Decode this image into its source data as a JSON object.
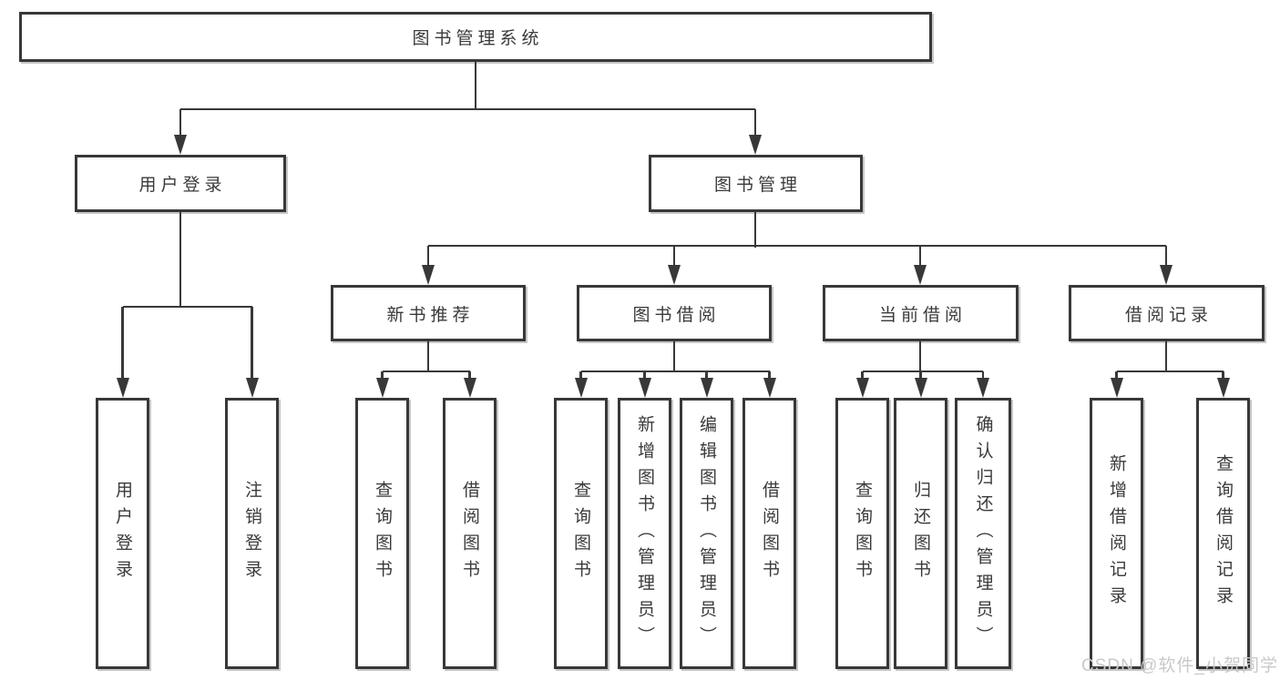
{
  "colors": {
    "line": "#383838",
    "text": "#3a3a3a",
    "watermark": "#c9c9c9",
    "background": "#ffffff"
  },
  "watermark": {
    "text": "CSDN @软件_小贺同学"
  },
  "tree": {
    "label": "图书管理系统",
    "children": [
      {
        "label": "用户登录",
        "children": [
          {
            "label": "用户登录"
          },
          {
            "label": "注销登录"
          }
        ]
      },
      {
        "label": "图书管理",
        "children": [
          {
            "label": "新书推荐",
            "children": [
              {
                "label": "查询图书"
              },
              {
                "label": "借阅图书"
              }
            ]
          },
          {
            "label": "图书借阅",
            "children": [
              {
                "label": "查询图书"
              },
              {
                "label": "新增图书（管理员）"
              },
              {
                "label": "编辑图书（管理员）"
              },
              {
                "label": "借阅图书"
              }
            ]
          },
          {
            "label": "当前借阅",
            "children": [
              {
                "label": "查询图书"
              },
              {
                "label": "归还图书"
              },
              {
                "label": "确认归还（管理员）"
              }
            ]
          },
          {
            "label": "借阅记录",
            "children": [
              {
                "label": "新增借阅记录"
              },
              {
                "label": "查询借阅记录"
              }
            ]
          }
        ]
      }
    ]
  }
}
